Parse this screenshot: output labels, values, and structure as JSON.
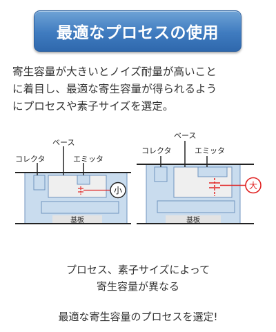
{
  "title": "最適なプロセスの使用",
  "description_lines": [
    "寄生容量が大きいとノイズ耐量が高いこと",
    "に着目し、最適な寄生容量が得られるよう",
    "にプロセスや素子サイズを選定。"
  ],
  "diagram": {
    "left": {
      "base_label": "ベース",
      "collector_label": "コレクタ",
      "emitter_label": "エミッタ",
      "substrate_label": "基板",
      "size_badge": "小"
    },
    "right": {
      "base_label": "ベース",
      "collector_label": "コレクタ",
      "emitter_label": "エミッタ",
      "substrate_label": "基板",
      "size_badge": "大"
    }
  },
  "caption_lines": [
    "プロセス、素子サイズによって",
    "寄生容量が異なる"
  ],
  "conclusion": "最適な寄生容量のプロセスを選定!",
  "colors": {
    "banner": "#3f7bbf",
    "region_fill": "#c9dcee",
    "region_stroke": "#6f93bf",
    "base_fill": "#efefef",
    "capacitor": "#e02020"
  }
}
